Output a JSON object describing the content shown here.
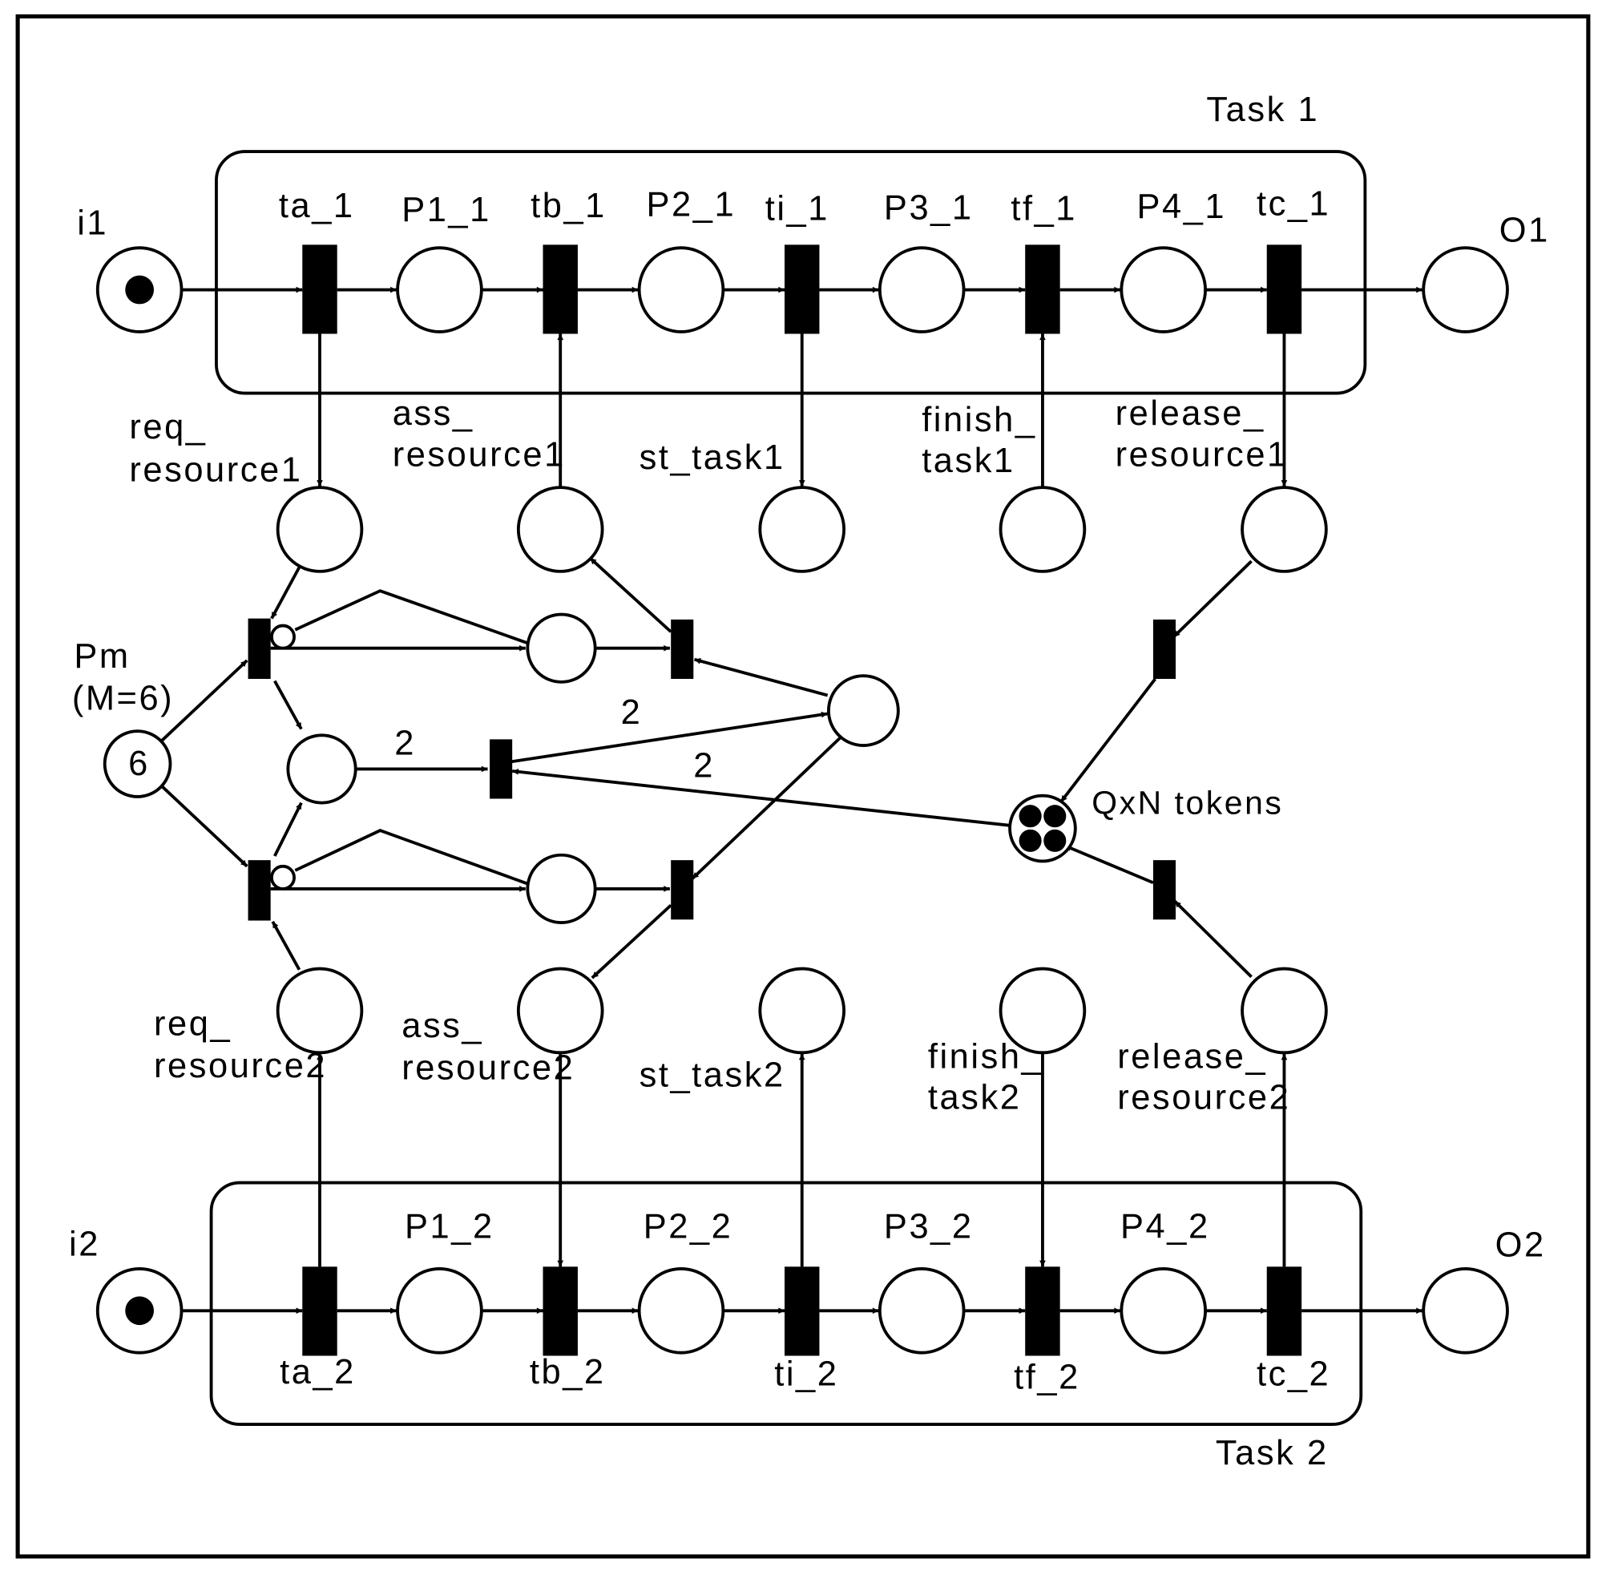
{
  "groups": {
    "task1": "Task 1",
    "task2": "Task 2"
  },
  "task1": {
    "input": "i1",
    "output": "O1",
    "transitions": [
      "ta_1",
      "tb_1",
      "ti_1",
      "tf_1",
      "tc_1"
    ],
    "places": [
      "P1_1",
      "P2_1",
      "P3_1",
      "P4_1"
    ]
  },
  "task2": {
    "input": "i2",
    "output": "O2",
    "transitions": [
      "ta_2",
      "tb_2",
      "ti_2",
      "tf_2",
      "tc_2"
    ],
    "places": [
      "P1_2",
      "P2_2",
      "P3_2",
      "P4_2"
    ]
  },
  "interface1": {
    "req": [
      "req_",
      "resource1"
    ],
    "ass": [
      "ass_",
      "resource1"
    ],
    "st": "st_task1",
    "finish": [
      "finish_",
      "task1"
    ],
    "release": [
      "release_",
      "resource1"
    ]
  },
  "interface2": {
    "req": [
      "req_",
      "resource2"
    ],
    "ass": [
      "ass_",
      "resource2"
    ],
    "st": "st_task2",
    "finish": [
      "finish_",
      "task2"
    ],
    "release": [
      "release_",
      "resource2"
    ]
  },
  "manager": {
    "name": "Pm",
    "capacity": "(M=6)",
    "tokens": "6"
  },
  "pool": {
    "label": "QxN tokens"
  },
  "weights": {
    "w_left": "2",
    "w_upper": "2",
    "w_lower": "2"
  },
  "initial_marking": {
    "i1": 1,
    "i2": 1,
    "pool": 4
  }
}
